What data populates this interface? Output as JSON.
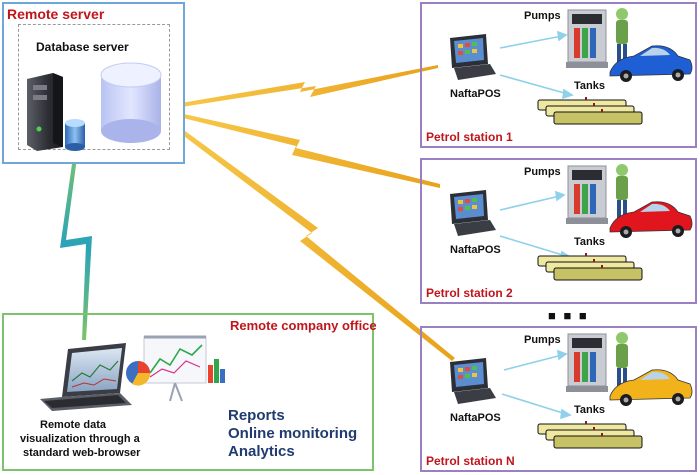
{
  "remote_server": {
    "title": "Remote server",
    "database_server": "Database server"
  },
  "stations": [
    {
      "title": "Petrol station 1",
      "pos": "NaftaPOS",
      "pumps": "Pumps",
      "tanks": "Tanks",
      "car_color": "#1e5fd6"
    },
    {
      "title": "Petrol station 2",
      "pos": "NaftaPOS",
      "pumps": "Pumps",
      "tanks": "Tanks",
      "car_color": "#e0151e"
    },
    {
      "title": "Petrol station N",
      "pos": "NaftaPOS",
      "pumps": "Pumps",
      "tanks": "Tanks",
      "car_color": "#f2b31a"
    }
  ],
  "ellipsis": "■ ■ ■",
  "office": {
    "title": "Remote company office",
    "laptop_caption_1": "Remote data",
    "laptop_caption_2": "visualization through a",
    "laptop_caption_3": "standard web-browser",
    "features": [
      "Reports",
      "Online monitoring",
      "Analytics"
    ]
  },
  "colors": {
    "server_border": "#6fa8d8",
    "station_border": "#9a7fc2",
    "office_border": "#7cc36b",
    "bolt": "#f2b531",
    "title_red": "#c0151b",
    "feature_navy": "#1f3b6f"
  }
}
